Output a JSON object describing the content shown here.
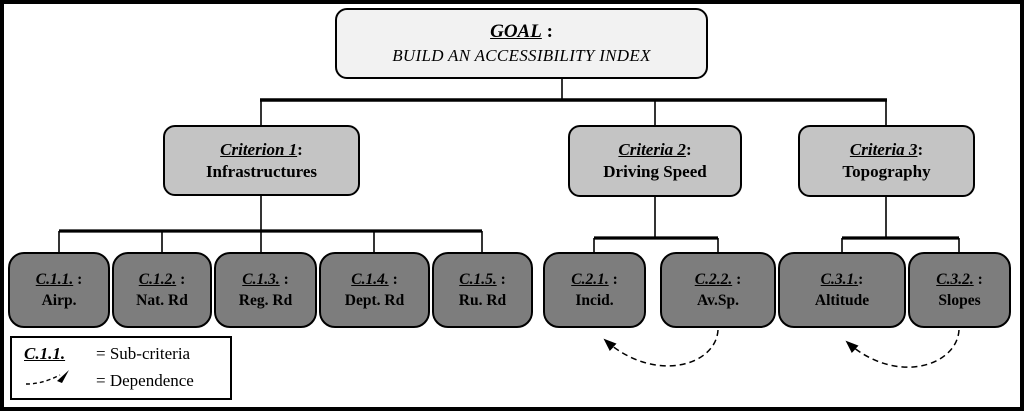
{
  "goal": {
    "title": "GOAL",
    "suffix": " :",
    "subtitle": "BUILD AN ACCESSIBILITY INDEX"
  },
  "criteria": [
    {
      "title": "Criterion 1",
      "suffix": ":",
      "name": "Infrastructures",
      "children": [
        {
          "code": "C.1.1.",
          "suffix": " :",
          "name": "Airp."
        },
        {
          "code": "C.1.2.",
          "suffix": " :",
          "name": "Nat. Rd"
        },
        {
          "code": "C.1.3.",
          "suffix": " :",
          "name": "Reg. Rd"
        },
        {
          "code": "C.1.4.",
          "suffix": " :",
          "name": "Dept. Rd"
        },
        {
          "code": "C.1.5.",
          "suffix": " :",
          "name": "Ru. Rd"
        }
      ]
    },
    {
      "title": "Criteria 2",
      "suffix": ":",
      "name": "Driving Speed",
      "children": [
        {
          "code": "C.2.1.",
          "suffix": " :",
          "name": "Incid."
        },
        {
          "code": "C.2.2.",
          "suffix": " :",
          "name": "Av.Sp."
        }
      ]
    },
    {
      "title": "Criteria 3",
      "suffix": ":",
      "name": "Topography",
      "children": [
        {
          "code": "C.3.1.",
          "suffix": ":",
          "name": "Altitude"
        },
        {
          "code": "C.3.2.",
          "suffix": " :",
          "name": "Slopes"
        }
      ]
    }
  ],
  "legend": {
    "items": [
      {
        "symbol": "C.1.1.",
        "label": "= Sub-criteria"
      },
      {
        "symbol": "dashed-arrow",
        "label": "= Dependence"
      }
    ]
  },
  "colors": {
    "goal_fill": "#f2f2f2",
    "criteria_fill": "#c4c4c4",
    "sub_fill": "#7d7d7d",
    "border": "#000000"
  }
}
